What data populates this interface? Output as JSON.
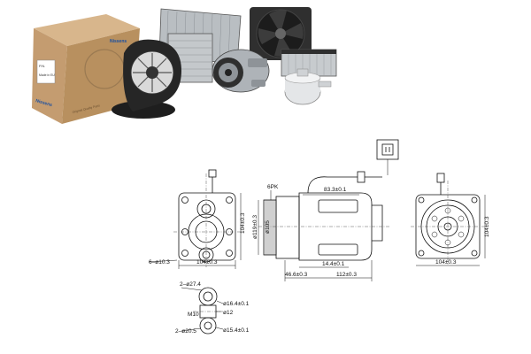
{
  "box": {
    "brand": "Nissens",
    "side_text": "Original Quality Parts",
    "side_brand": "Nissens",
    "label_code": "P.N.",
    "label_lines": "Made in EU"
  },
  "parts": [
    "blower-fan",
    "cabin-filter-radiator",
    "condenser",
    "radiator-fan",
    "ac-compressor",
    "heater-core",
    "receiver-drier"
  ],
  "dims": {
    "mount_holes": "6–ø10.3",
    "width_104": "104±0.3",
    "height_104": "104±0.3",
    "dia_119": "ø119±0.3",
    "dia_105": "ø105",
    "belt": "6PK",
    "len_833": "83.3±0.1",
    "len_144": "14.4±0.1",
    "len_466": "46.6±0.3",
    "len_112": "112±0.3",
    "right_width": "104±0.3",
    "right_height": "104±0.3",
    "port_top_count": "2–ø27.4",
    "port_d164": "ø16.4±0.1",
    "port_m10": "M10",
    "port_d12": "ø12",
    "port_bottom_count": "2–ø20.5",
    "port_d154": "ø15.4±0.1"
  },
  "colors": {
    "cardboard": "#c9a47a",
    "metal": "#9ea3a8",
    "dark": "#2b2b2b",
    "line": "#111111"
  }
}
